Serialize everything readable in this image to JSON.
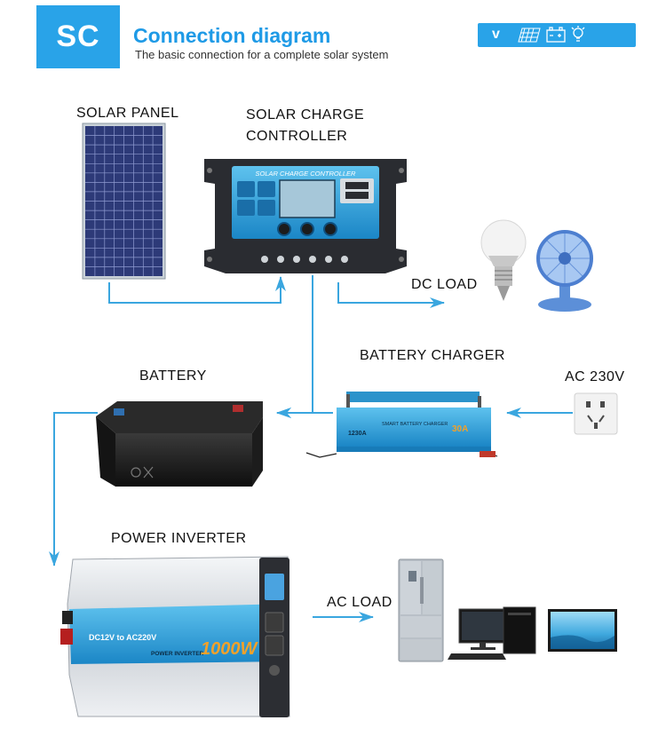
{
  "header": {
    "badge": "SC",
    "title": "Connection diagram",
    "subtitle": "The basic connection for a complete solar system",
    "icon_v": "v",
    "icons": [
      "solar-panel-icon",
      "battery-icon",
      "bulb-icon"
    ]
  },
  "labels": {
    "solar_panel": "SOLAR PANEL",
    "controller_l1": "SOLAR CHARGE",
    "controller_l2": "CONTROLLER",
    "dc_load": "DC LOAD",
    "battery_charger": "BATTERY CHARGER",
    "ac_230": "AC 230V",
    "battery": "BATTERY",
    "power_inverter": "POWER INVERTER",
    "ac_load": "AC LOAD"
  },
  "device_text": {
    "controller_panel": "SOLAR CHARGE CONTROLLER",
    "charger_model": "1230A",
    "charger_title": "SMART BATTERY CHARGER",
    "charger_amp": "30A",
    "inverter_spec": "DC12V to AC220V",
    "inverter_name": "POWER INVERTER",
    "inverter_watt": "1000W"
  },
  "colors": {
    "accent": "#29a3e8",
    "arrow": "#3aa6df",
    "device_blue": "#1f9ad6"
  }
}
